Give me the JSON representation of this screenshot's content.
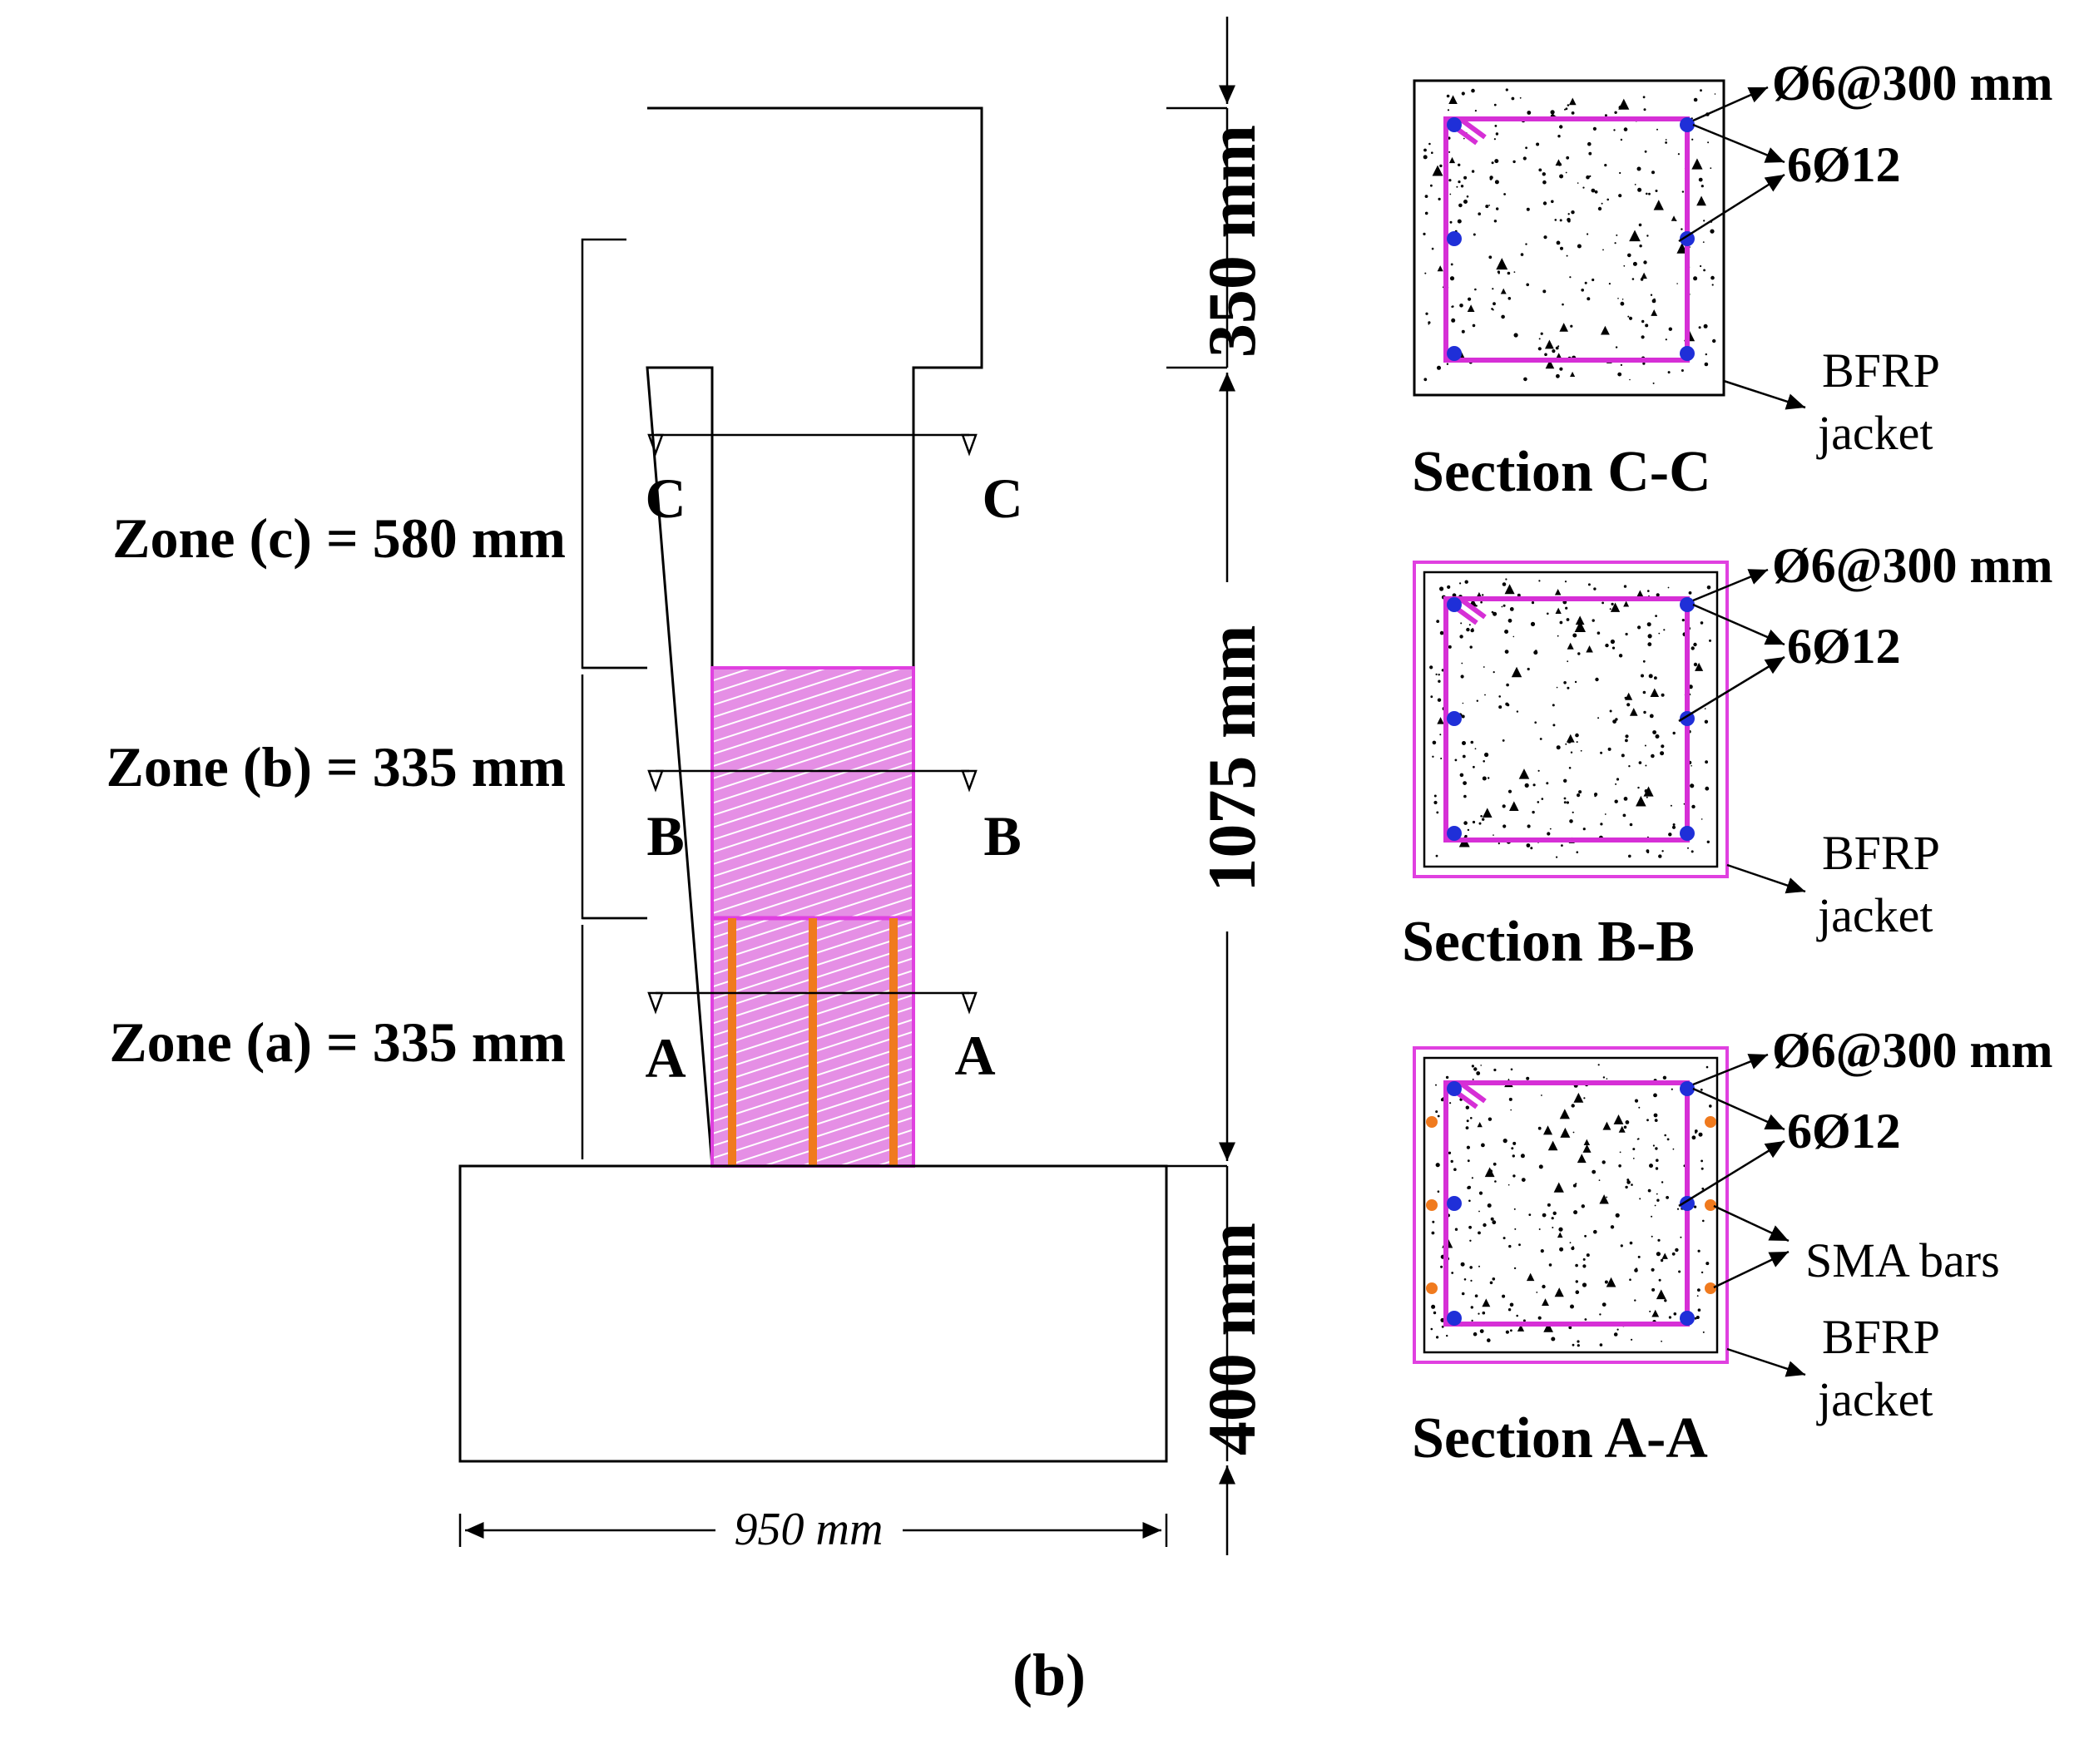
{
  "figure_label": "(b)",
  "colors": {
    "bfrp": "#e040e0",
    "stirrup": "#d62fd6",
    "rebar": "#1f2fd8",
    "sma": "#f07a1e"
  },
  "zones": {
    "c": "Zone (c) = 580 mm",
    "b": "Zone (b) = 335 mm",
    "a": "Zone (a) = 335 mm"
  },
  "dimensions": {
    "top": "350 mm",
    "column": "1075 mm",
    "base": "400 mm",
    "width": "950 mm"
  },
  "section_marks": {
    "c": "C",
    "b": "B",
    "a": "A"
  },
  "sections": {
    "cc": {
      "title": "Section C-C",
      "stirrup": "Ø6@300 mm",
      "bars": "6Ø12",
      "jacket_line1": "BFRP",
      "jacket_line2": "jacket"
    },
    "bb": {
      "title": "Section B-B",
      "stirrup": "Ø6@300 mm",
      "bars": "6Ø12",
      "jacket_line1": "BFRP",
      "jacket_line2": "jacket"
    },
    "aa": {
      "title": "Section A-A",
      "stirrup": "Ø6@300 mm",
      "bars": "6Ø12",
      "sma": "SMA bars",
      "jacket_line1": "BFRP",
      "jacket_line2": "jacket"
    }
  }
}
